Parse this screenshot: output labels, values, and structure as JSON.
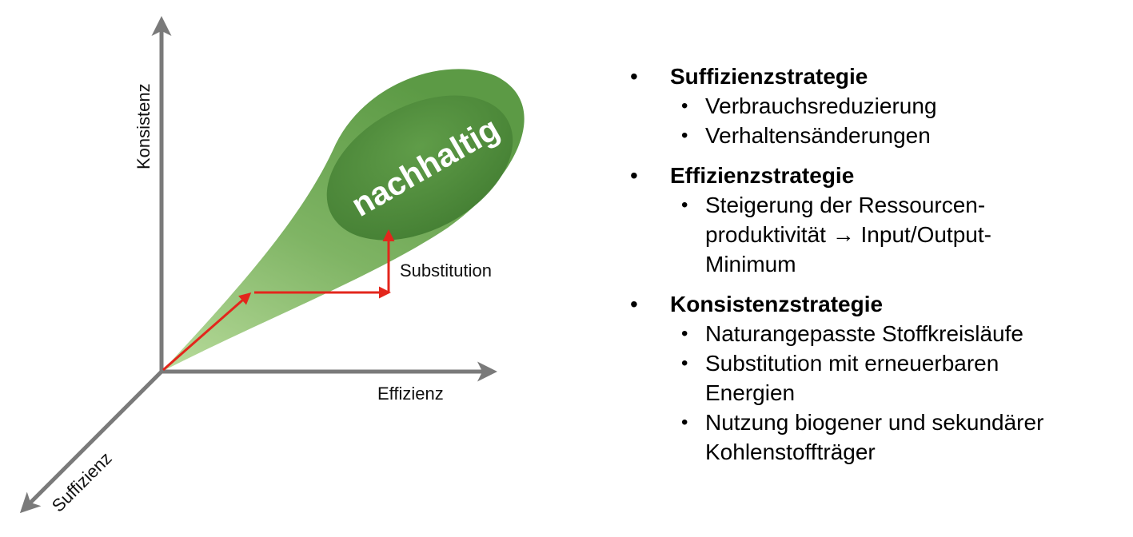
{
  "diagram": {
    "axes": {
      "consistency": "Konsistenz",
      "efficiency": "Effizienz",
      "sufficiency": "Suffizienz"
    },
    "sustainable_label": "nachhaltig",
    "substitution_label": "Substitution",
    "colors": {
      "axis": "#7a7a7a",
      "body_light": "#a8cf8a",
      "body_dark": "#4f8a3a",
      "arrow": "#e3261c"
    }
  },
  "strategies": [
    {
      "title": "Suffizienzstrategie",
      "items": [
        "Verbrauchsreduzierung",
        "Verhaltensänderungen"
      ]
    },
    {
      "title": "Effizienzstrategie",
      "items": [
        "Steigerung der Ressourcen-produktivität → Input/Output-Minimum"
      ]
    },
    {
      "title": "Konsistenzstrategie",
      "items": [
        "Naturangepasste Stoffkreisläufe",
        "Substitution mit erneuerbaren Energien",
        "Nutzung biogener und sekundärer Kohlenstoffträger"
      ]
    }
  ]
}
